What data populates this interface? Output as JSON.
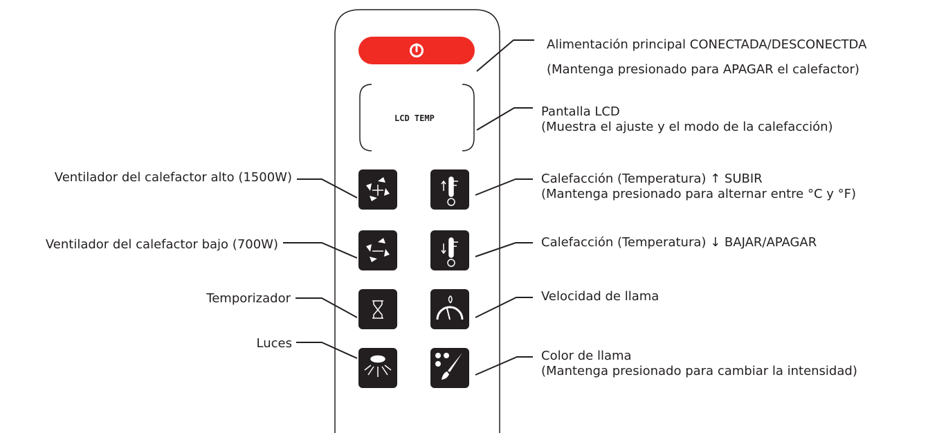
{
  "colors": {
    "power": "#ef2b24",
    "button": "#231f20",
    "icon": "#ffffff"
  },
  "lcd": {
    "text": "LCD TEMP"
  },
  "labels": {
    "power_line1": "Alimentación principal CONECTADA/DESCONECTDA",
    "power_line2": "(Mantenga presionado para APAGAR el calefactor)",
    "lcd_line1": "Pantalla LCD",
    "lcd_line2": "(Muestra el ajuste y el modo de la calefacción)",
    "temp_up_line1": "Calefacción (Temperatura) ↑ SUBIR",
    "temp_up_line2": "(Mantenga presionado para alternar entre °C y °F)",
    "temp_down": "Calefacción (Temperatura) ↓ BAJAR/APAGAR",
    "flame_speed": "Velocidad de llama",
    "flame_color_line1": "Color de llama",
    "flame_color_line2": "(Mantenga presionado para cambiar la intensidad)",
    "fan_high": "Ventilador del calefactor alto (1500W)",
    "fan_low": "Ventilador del calefactor bajo (700W)",
    "timer": "Temporizador",
    "lights": "Luces"
  },
  "icons": [
    "power-icon",
    "fan-high-icon",
    "fan-low-icon",
    "thermometer-up-icon",
    "thermometer-down-icon",
    "hourglass-icon",
    "speedometer-icon",
    "lamp-icon",
    "palette-icon"
  ]
}
